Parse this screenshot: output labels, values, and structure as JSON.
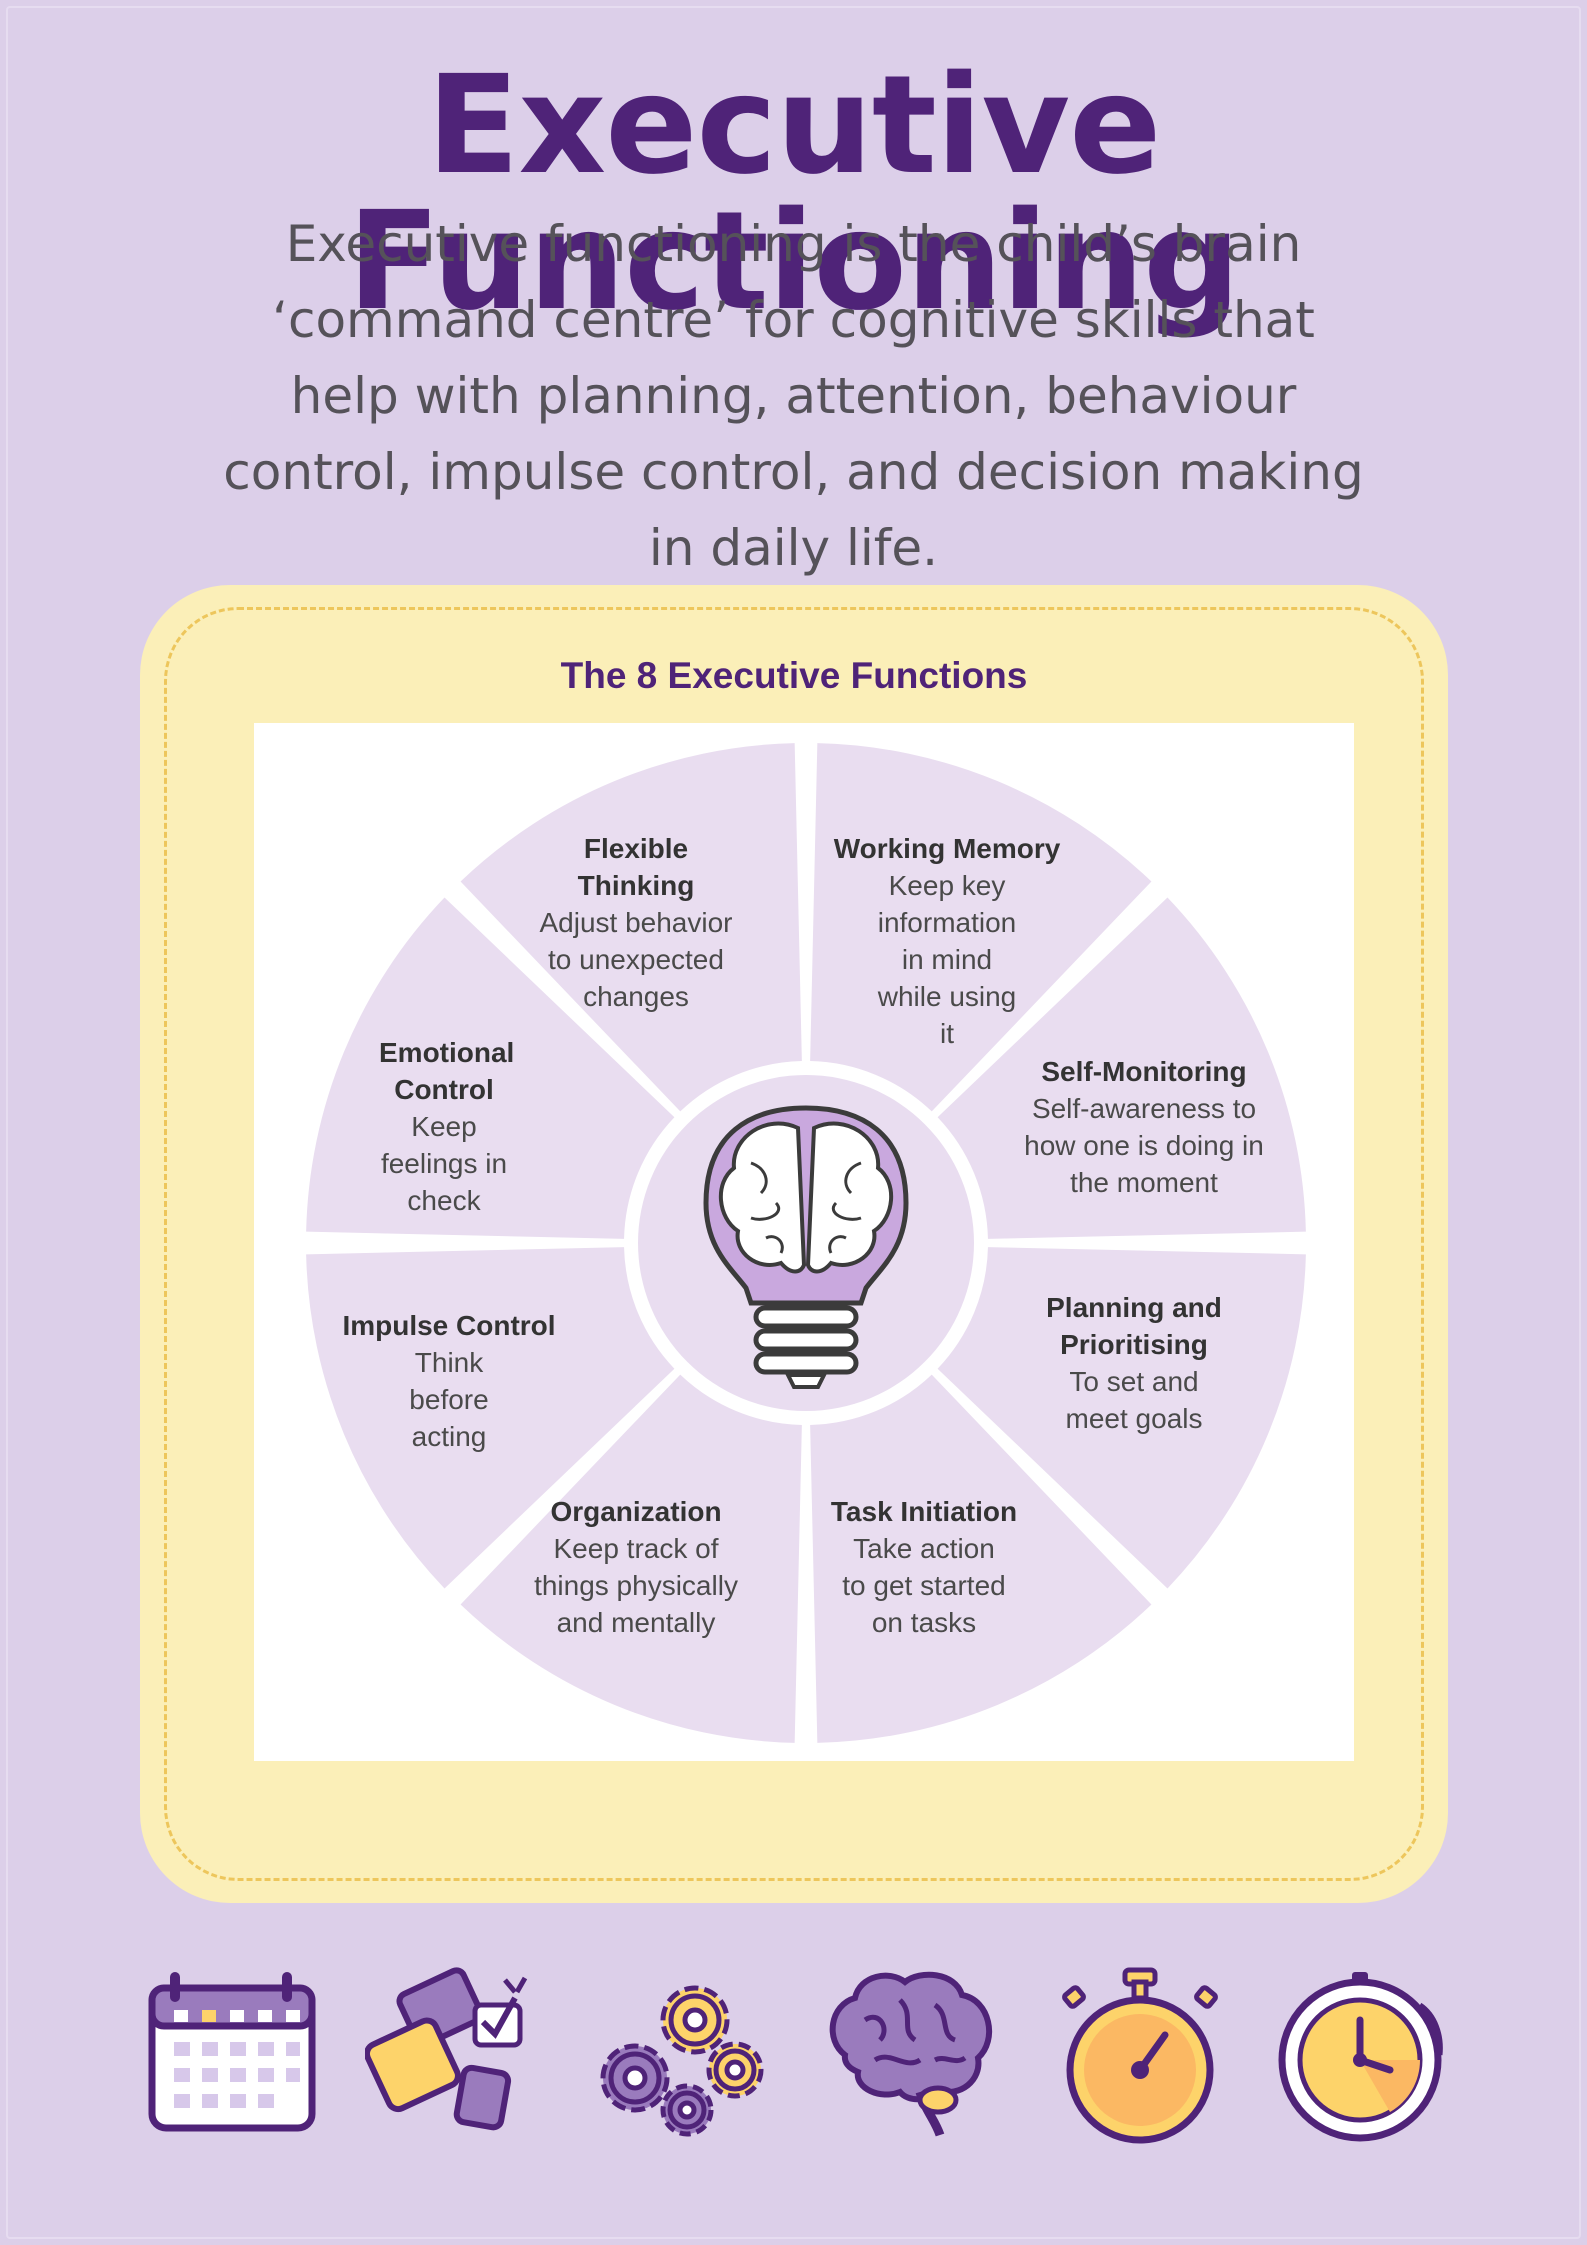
{
  "title": "Executive Functioning",
  "intro": "Executive functioning is the child’s brain ‘command centre’ for cognitive skills that help with planning, attention, behaviour control, impulse control, and decision making in daily life.",
  "card_title": "The 8 Executive Functions",
  "functions": [
    {
      "name": "Flexible Thinking",
      "description": "Adjust behavior to unexpected changes"
    },
    {
      "name": "Working Memory",
      "description": "Keep key information in mind while using it"
    },
    {
      "name": "Self-Monitoring",
      "description": "Self-awareness to how one is doing in the moment"
    },
    {
      "name": "Planning and Prioritising",
      "description": "To set and meet goals"
    },
    {
      "name": "Task Initiation",
      "description": "Take action to get started on tasks"
    },
    {
      "name": "Organization",
      "description": "Keep track of things physically and mentally"
    },
    {
      "name": "Impulse Control",
      "description": "Think before acting"
    },
    {
      "name": "Emotional Control",
      "description": "Keep feelings in check"
    }
  ],
  "center_icon": "lightbulb-brain-icon",
  "bottom_icons": [
    "calendar-icon",
    "organizing-blocks-icon",
    "gears-icon",
    "brain-icon",
    "stopwatch-icon",
    "clock-icon"
  ],
  "colors": {
    "background": "#dccfe9",
    "title": "#4f2378",
    "card": "#fbefb8",
    "dash": "#edc65c",
    "segment": "#e9ddf0",
    "accent_yellow": "#fdd36a"
  }
}
